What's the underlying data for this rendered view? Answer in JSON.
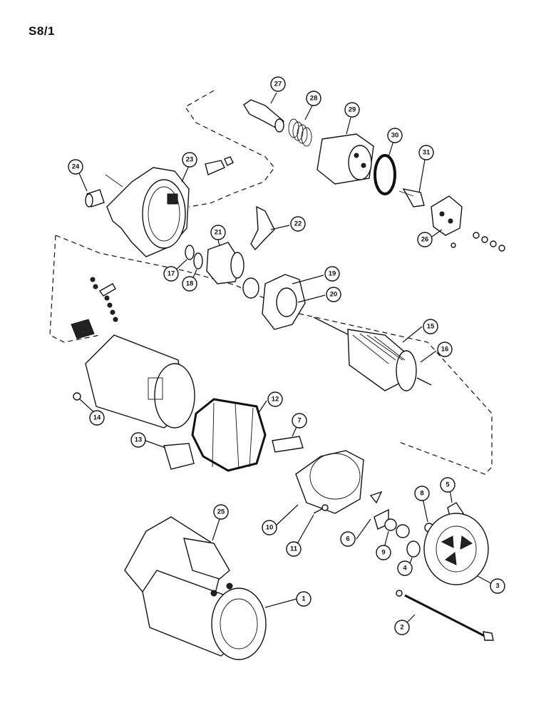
{
  "page": {
    "title": "S8/1"
  },
  "callouts": [
    {
      "id": "c1",
      "label": "1"
    },
    {
      "id": "c2",
      "label": "2"
    },
    {
      "id": "c3",
      "label": "3"
    },
    {
      "id": "c4",
      "label": "4"
    },
    {
      "id": "c5",
      "label": "5"
    },
    {
      "id": "c6",
      "label": "6"
    },
    {
      "id": "c7",
      "label": "7"
    },
    {
      "id": "c8",
      "label": "8"
    },
    {
      "id": "c9",
      "label": "9"
    },
    {
      "id": "c10",
      "label": "10"
    },
    {
      "id": "c11",
      "label": "11"
    },
    {
      "id": "c12",
      "label": "12"
    },
    {
      "id": "c13",
      "label": "13"
    },
    {
      "id": "c14",
      "label": "14"
    },
    {
      "id": "c15",
      "label": "15"
    },
    {
      "id": "c16",
      "label": "16"
    },
    {
      "id": "c17",
      "label": "17"
    },
    {
      "id": "c18",
      "label": "18"
    },
    {
      "id": "c19",
      "label": "19"
    },
    {
      "id": "c20",
      "label": "20"
    },
    {
      "id": "c21",
      "label": "21"
    },
    {
      "id": "c22",
      "label": "22"
    },
    {
      "id": "c23",
      "label": "23"
    },
    {
      "id": "c24",
      "label": "24"
    },
    {
      "id": "c25",
      "label": "25"
    },
    {
      "id": "c26",
      "label": "26"
    },
    {
      "id": "c27",
      "label": "27"
    },
    {
      "id": "c28",
      "label": "28"
    },
    {
      "id": "c29",
      "label": "29"
    },
    {
      "id": "c30",
      "label": "30"
    },
    {
      "id": "c31",
      "label": "31"
    }
  ]
}
